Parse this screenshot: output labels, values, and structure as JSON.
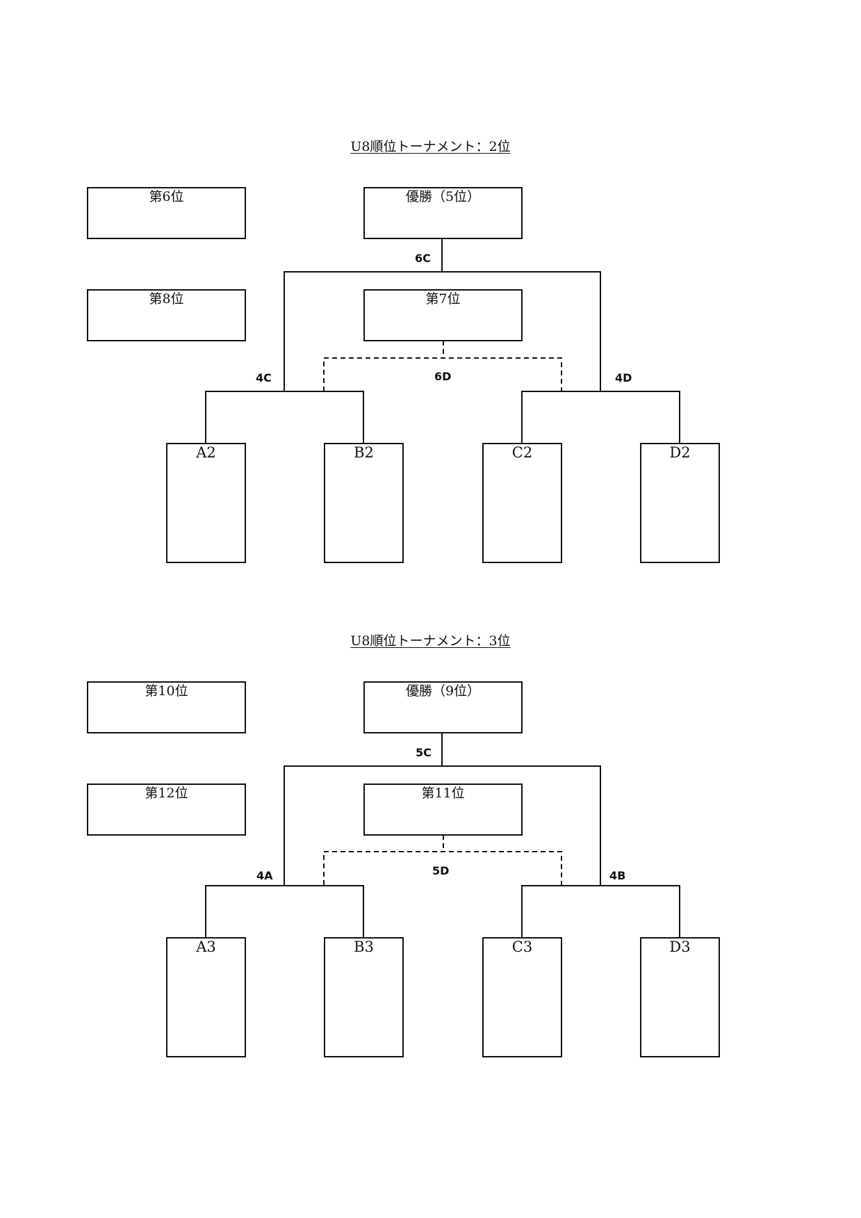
{
  "brackets": [
    {
      "title": "U8順位トーナメント：2位",
      "place_left_top": "第6位",
      "winner": "優勝（5位）",
      "place_left_mid": "第8位",
      "third_place": "第7位",
      "match_final": "6C",
      "match_third": "6D",
      "match_left": "4C",
      "match_right": "4D",
      "teams": [
        "A2",
        "B2",
        "C2",
        "D2"
      ]
    },
    {
      "title": "U8順位トーナメント：3位",
      "place_left_top": "第10位",
      "winner": "優勝（9位）",
      "place_left_mid": "第12位",
      "third_place": "第11位",
      "match_final": "5C",
      "match_third": "5D",
      "match_left": "4A",
      "match_right": "4B",
      "teams": [
        "A3",
        "B3",
        "C3",
        "D3"
      ]
    }
  ],
  "colors": {
    "line": "#111111",
    "background": "#ffffff"
  }
}
